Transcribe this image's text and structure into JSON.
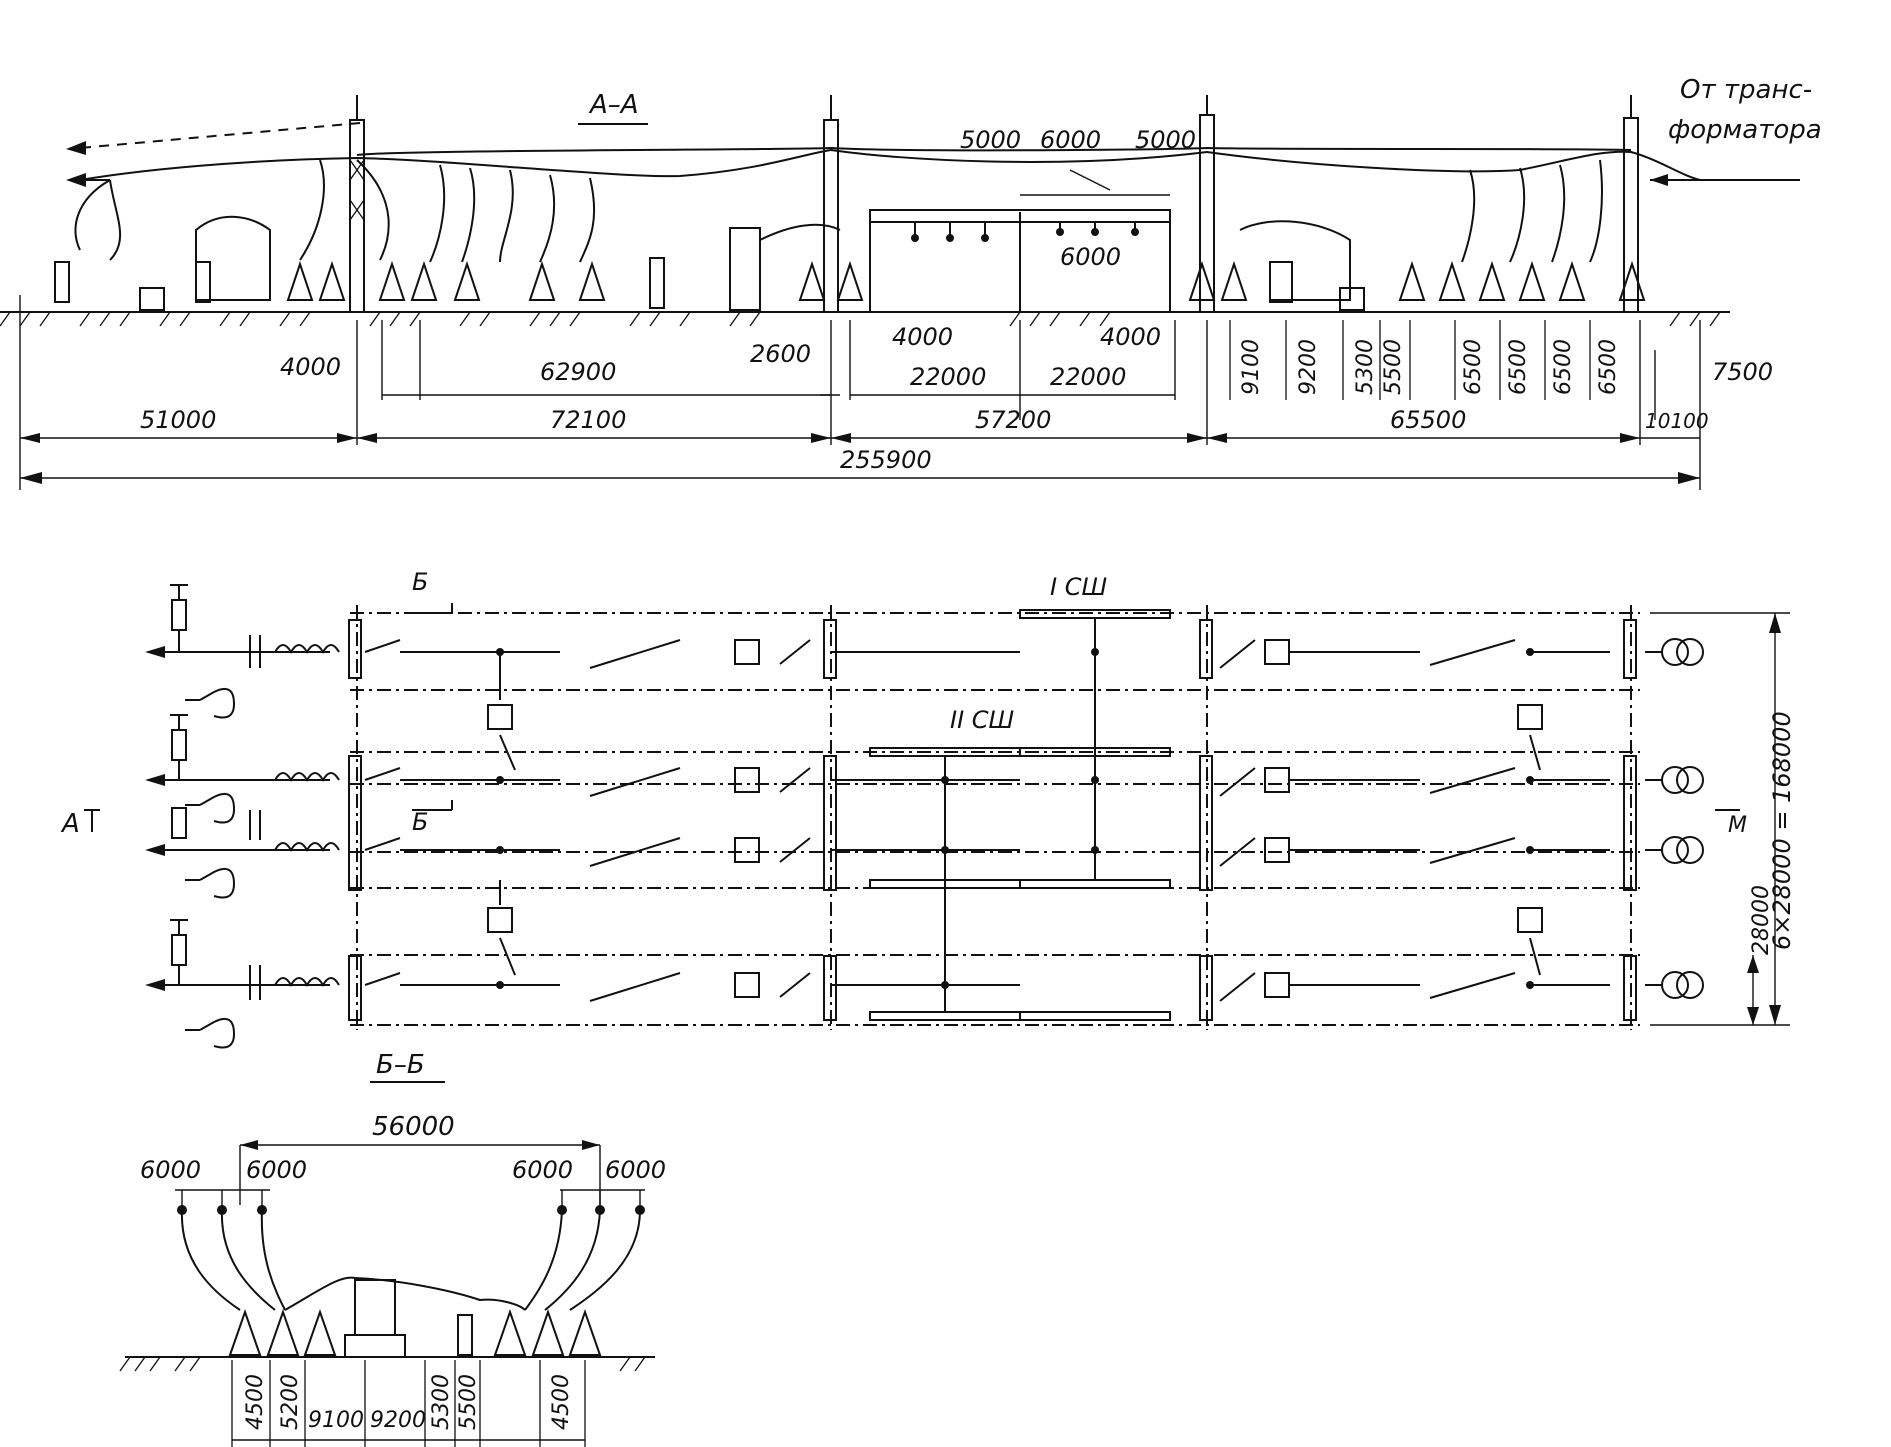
{
  "section_aa": {
    "title": "А–А",
    "source_label": [
      "От транс-",
      "форматора"
    ],
    "top_dims": [
      "5000",
      "6000",
      "5000"
    ],
    "inner_dim": "6000",
    "dims_row1": {
      "d4000a": "4000",
      "d62900": "62900",
      "d2600": "2600",
      "d4000b": "4000",
      "d22000a": "22000",
      "d22000b": "22000",
      "d4000c": "4000",
      "d7500": "7500"
    },
    "vertical_dims": [
      "9100",
      "9200",
      "5300",
      "5500",
      "6500",
      "6500",
      "6500",
      "6500"
    ],
    "dims_row2": {
      "d51000": "51000",
      "d72100": "72100",
      "d57200": "57200",
      "d65500": "65500",
      "d10100": "10100"
    },
    "total": "255900"
  },
  "plan": {
    "section_mark": "А",
    "cut_mark_top": "Б",
    "cut_mark_bottom": "Б",
    "bus1_label": "I СШ",
    "bus2_label": "II СШ",
    "m_mark": "М",
    "dim_total": "6×28000 = 168000",
    "dim_step": "28000"
  },
  "section_bb": {
    "title": "Б–Б",
    "top_dim": "56000",
    "side_dims": [
      "6000",
      "6000",
      "6000",
      "6000"
    ],
    "bottom_dims": [
      "4500",
      "5200",
      "9100",
      "9200",
      "5300",
      "5500",
      "4500"
    ]
  }
}
